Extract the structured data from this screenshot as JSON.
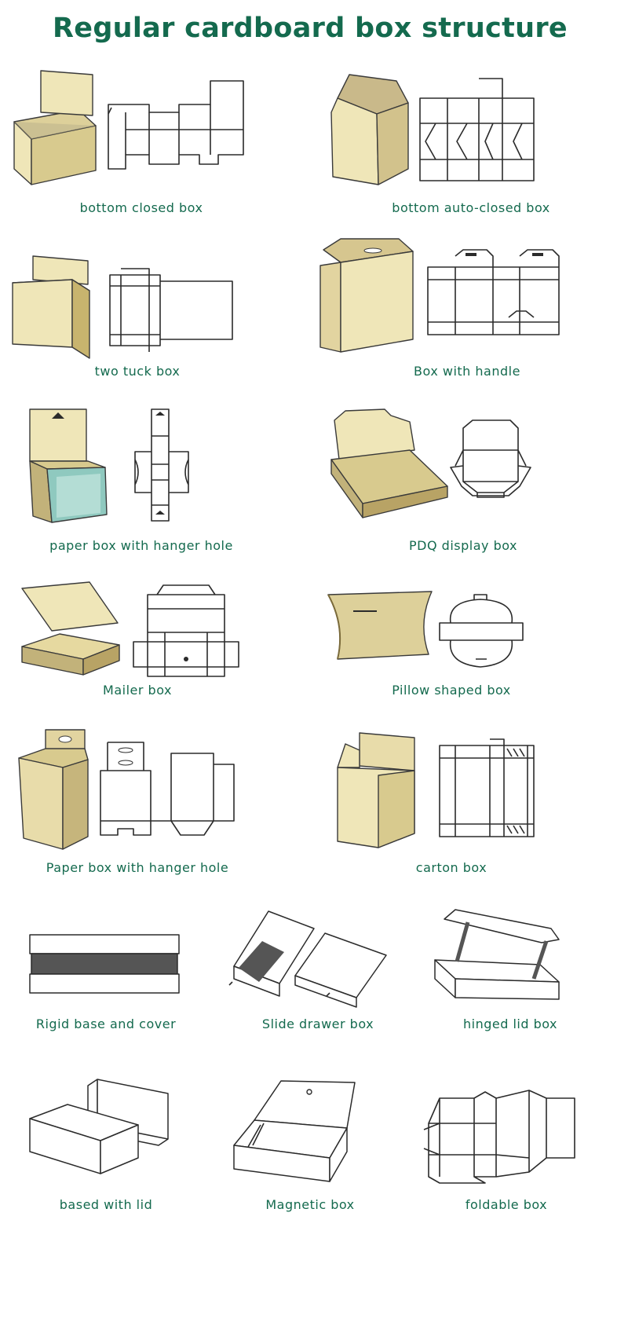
{
  "title": "Regular cardboard box structure",
  "colors": {
    "title": "#146a4e",
    "label": "#146a4e",
    "kraft_light": "#efe6b8",
    "kraft_mid": "#ddd09a",
    "kraft_dark": "#c2b27a",
    "teal_window": "#8fc9bf",
    "dark_panel": "#555555"
  },
  "boxes": [
    {
      "label": "bottom closed box",
      "icon": "box-3d-and-dieline"
    },
    {
      "label": "bottom auto-closed box",
      "icon": "box-3d-and-dieline"
    },
    {
      "label": "two tuck box",
      "icon": "box-3d-and-dieline"
    },
    {
      "label": "Box with handle",
      "icon": "box-3d-and-dieline"
    },
    {
      "label": "paper box with hanger hole",
      "icon": "box-3d-and-dieline"
    },
    {
      "label": "PDQ display box",
      "icon": "box-3d-and-dieline"
    },
    {
      "label": "Mailer box",
      "icon": "box-3d-and-dieline"
    },
    {
      "label": "Pillow shaped box",
      "icon": "box-3d-and-dieline"
    },
    {
      "label": "Paper box with hanger hole",
      "icon": "box-3d-and-dieline"
    },
    {
      "label": "carton box",
      "icon": "box-3d-and-dieline"
    },
    {
      "label": "Rigid base and cover",
      "icon": "line-drawing"
    },
    {
      "label": "Slide drawer box",
      "icon": "line-drawing"
    },
    {
      "label": "hinged lid box",
      "icon": "line-drawing"
    },
    {
      "label": "based with lid",
      "icon": "line-drawing"
    },
    {
      "label": "Magnetic box",
      "icon": "line-drawing"
    },
    {
      "label": "foldable box",
      "icon": "line-drawing"
    }
  ]
}
